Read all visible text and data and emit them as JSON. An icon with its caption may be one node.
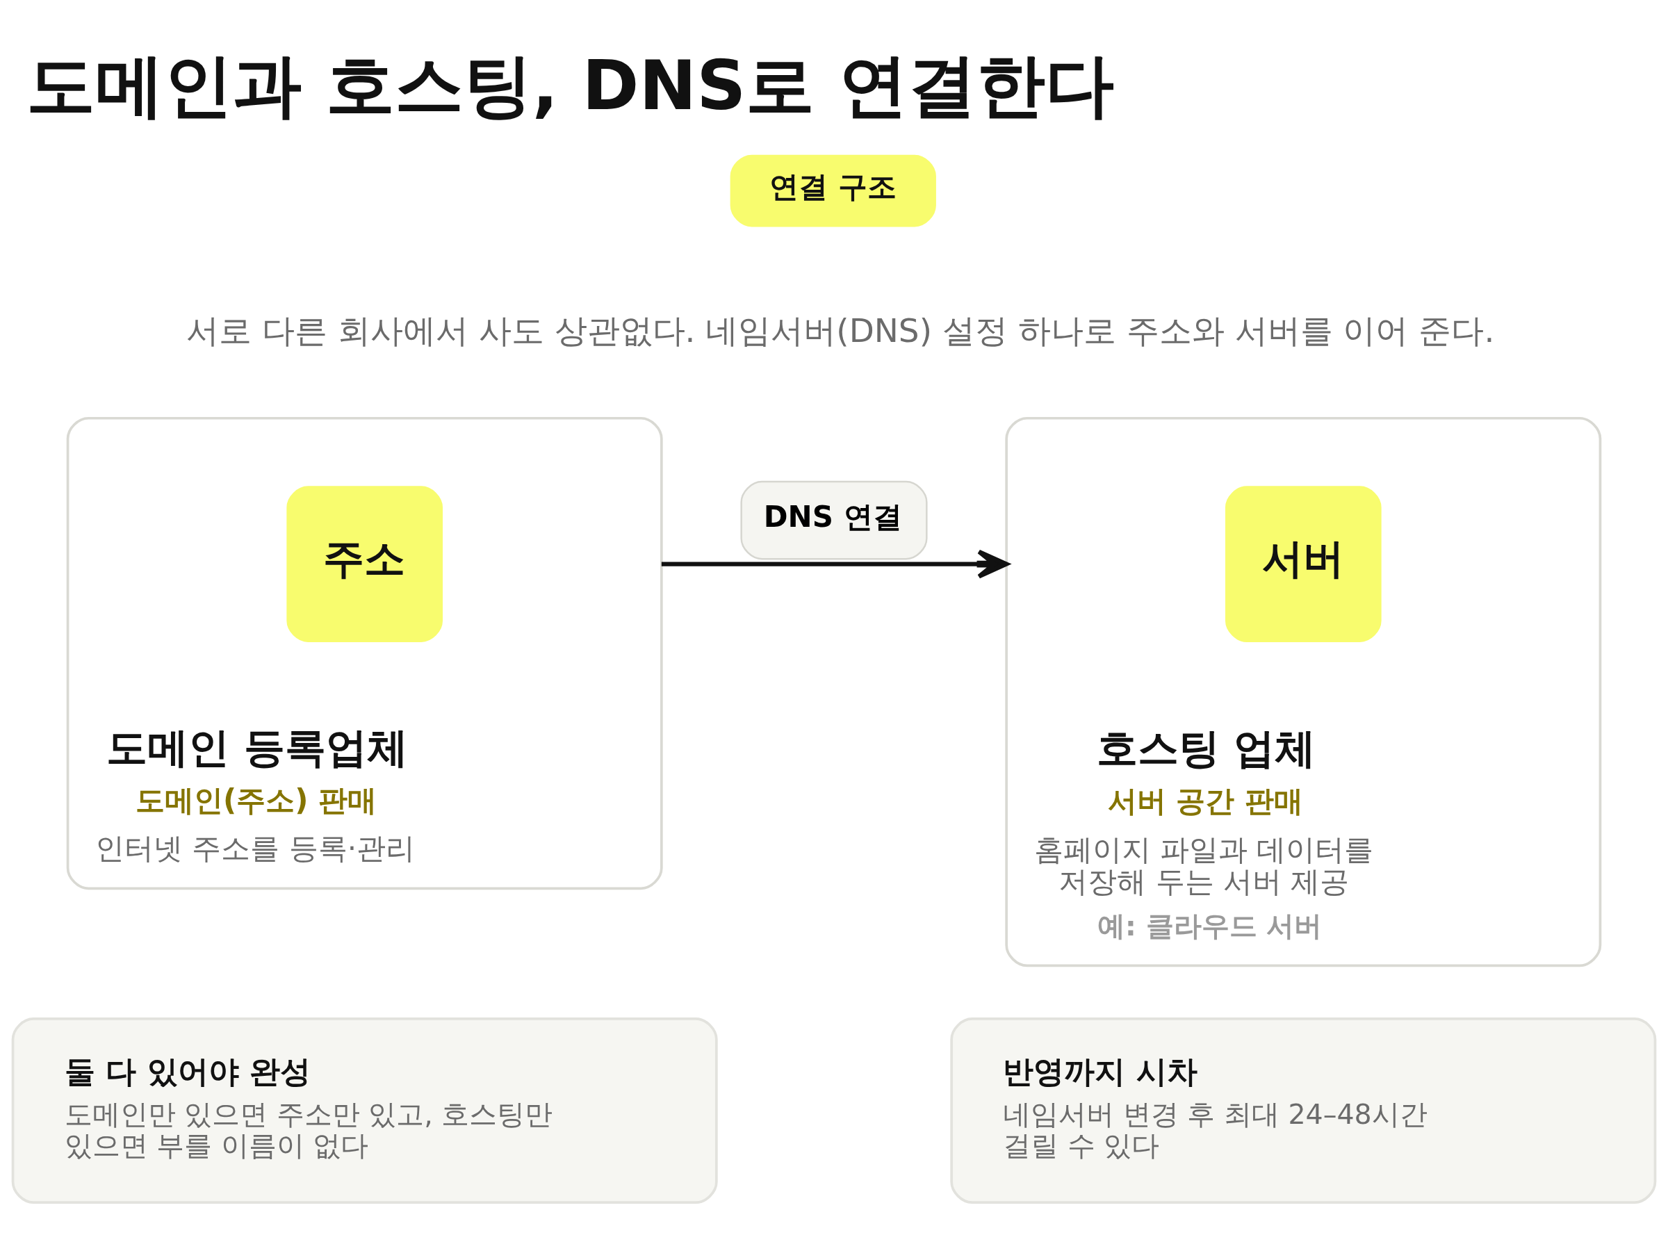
{
  "diagram": {
    "title": "도메인과 호스팅, DNS로 연결한다",
    "nodes": [
      {
        "text": [
          "연결 구조"
        ]
      },
      {
        "text": [
          "도메인 등록업체",
          "도메인(주소) 판매",
          "인터넷 주소를 등록·관리"
        ]
      },
      {
        "text": [
          "주소"
        ],
        "in": 1
      },
      {
        "text": [
          "호스팅 업체",
          "서버 공간 판매",
          "홈페이지 파일과 데이터를 저장해 두는 서버 제공",
          "예: 클라우드 서버"
        ]
      },
      {
        "text": [
          "서버"
        ],
        "in": 3
      },
      {
        "text": [
          "둘 다 있어야 완성",
          "도메인만 있으면 주소만 있고, 호스팅만 있으면 부를 이름이 없다"
        ]
      },
      {
        "text": [
          "반영까지 시차",
          "네임서버 변경 후 최대 24–48시간 걸릴 수 있다"
        ]
      }
    ],
    "edges": [
      {
        "from": 1,
        "to": 3,
        "arrow": "to",
        "label": "DNS 연결"
      }
    ],
    "labels": [
      "서로 다른 회사에서 사도 상관없다. 네임서버(DNS) 설정 하나로 주소와 서버를 이어 준다."
    ]
  }
}
